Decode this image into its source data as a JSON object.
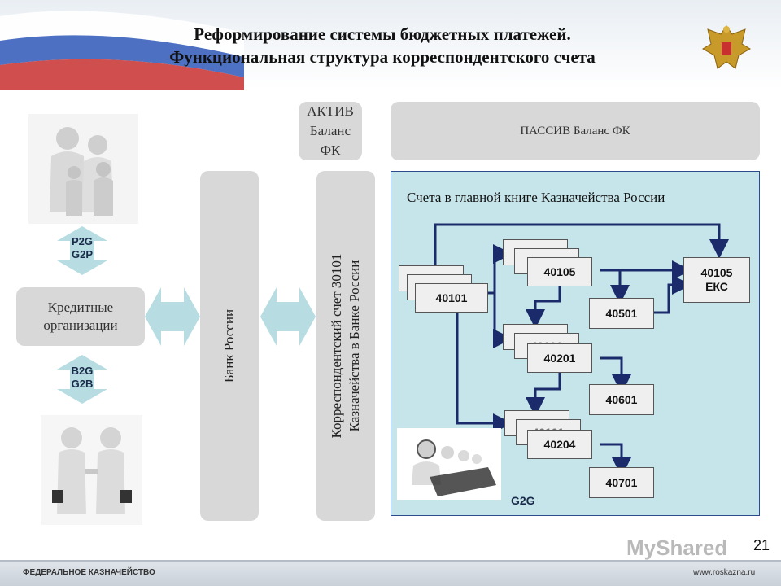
{
  "header": {
    "title_line1": "Реформирование системы бюджетных платежей.",
    "title_line2": "Функциональная структура корреспондентского счета"
  },
  "columns": {
    "aktiv": "АКТИВ Баланс ФК",
    "passiv": "ПАССИВ Баланс ФК"
  },
  "left": {
    "p2g_line1": "P2G",
    "p2g_line2": "G2P",
    "credit_orgs": "Кредитные организации",
    "b2g_line1": "B2G",
    "b2g_line2": "G2B"
  },
  "bank_russia": "Банк России",
  "korr_account": {
    "line1": "Корреспондентский счет 30101",
    "line2": "Казначейства в Банке России"
  },
  "panel": {
    "title": "Счета в главной книге Казначейства России",
    "g2g": "G2G",
    "accounts": {
      "main": "40101",
      "ghost_left": "40101",
      "a40105": "40105",
      "a40105_eks_line1": "40105",
      "a40105_eks_line2": "ЕКС",
      "a40501": "40501",
      "a40201": "40201",
      "a40601": "40601",
      "a40204": "40204",
      "a40701": "40701",
      "ghost_top": "40101",
      "ghost_mid": "40101",
      "ghost_bot": "40101"
    }
  },
  "footer": {
    "left": "ФЕДЕРАЛЬНОЕ КАЗНАЧЕЙСТВО",
    "right": "www.roskazna.ru",
    "page": "21",
    "watermark": "MyShared"
  },
  "colors": {
    "panel_bg": "#c6e5ea",
    "panel_border": "#2b4c8c",
    "arrow": "#1a2a6a",
    "connector_arrow": "#b7dde2",
    "gray_box": "#d8d8d8"
  }
}
